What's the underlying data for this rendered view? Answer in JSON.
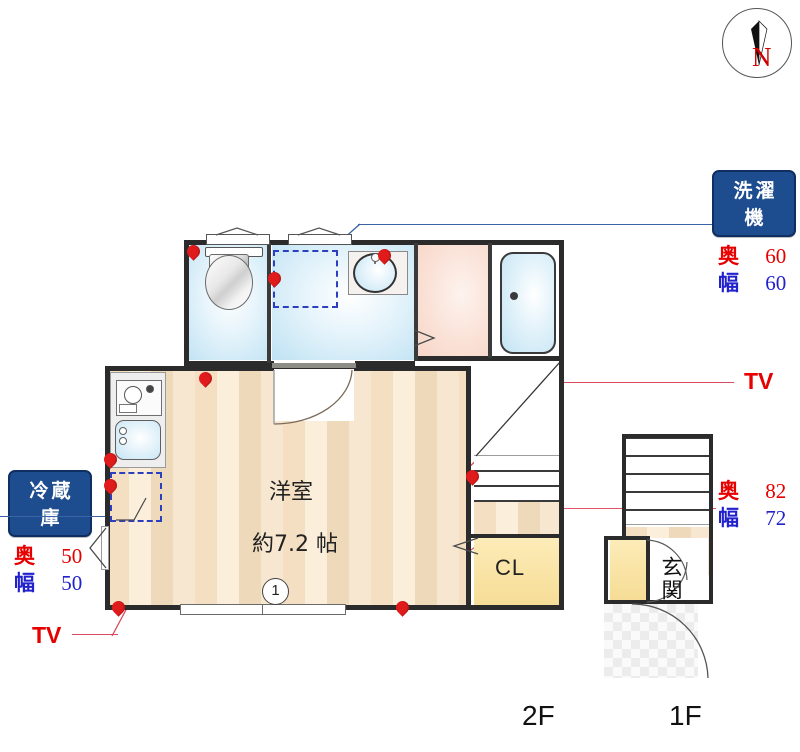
{
  "compass": {
    "name": "compass-rose",
    "north_letter": "N",
    "color": "#d00000"
  },
  "appliance_labels": [
    {
      "id": "washing-machine",
      "title": "洗濯機",
      "dims": [
        {
          "key": "奥",
          "value": "60",
          "color": "#e60000"
        },
        {
          "key": "幅",
          "value": "60",
          "color": "#2222cc"
        }
      ]
    },
    {
      "id": "refrigerator",
      "title": "冷蔵庫",
      "dims": [
        {
          "key": "奥",
          "value": "50",
          "color": "#e60000"
        },
        {
          "key": "幅",
          "value": "50",
          "color": "#2222cc"
        }
      ]
    },
    {
      "id": "stair-entry",
      "title": "",
      "dims": [
        {
          "key": "奥",
          "value": "82",
          "color": "#e60000"
        },
        {
          "key": "幅",
          "value": "72",
          "color": "#2222cc"
        }
      ]
    }
  ],
  "plan": {
    "floors": [
      {
        "id": "2f",
        "label": "2F"
      },
      {
        "id": "1f",
        "label": "1F"
      }
    ],
    "rooms": {
      "western_room": {
        "name": "洋室",
        "size": "約7.2 帖",
        "marker": "1"
      },
      "closet": {
        "label": "CL"
      },
      "entrance": {
        "label": "玄関"
      }
    },
    "annotations": {
      "tv_right": "TV",
      "tv_bottom_left": "TV"
    }
  },
  "colors": {
    "label_box_bg": "#1d4c8f",
    "label_box_border": "#0f2f63",
    "oku_red": "#e60000",
    "haba_blue": "#2222cc",
    "tv_red": "#e60000",
    "wall": "#2b2b2b",
    "wood_floor": "#f4dfc3",
    "water_floor": "#c9e6f5",
    "closet_yellow": "#f9e3a4",
    "outlet_red": "#e01b1b",
    "dashed_blue": "#2c3fbe"
  }
}
